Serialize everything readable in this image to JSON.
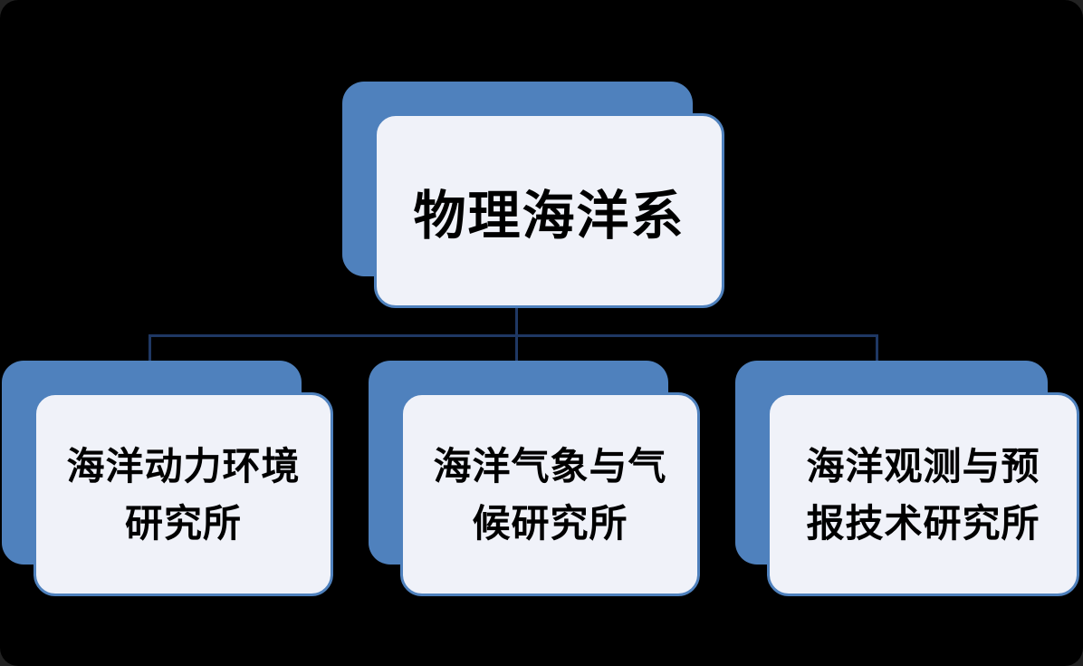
{
  "theme": {
    "canvas_bg": "#000000",
    "box_back": "#4F81BD",
    "box_fill": "#F0F2F9",
    "box_border": "#4F81BD",
    "line_color": "#1F3864",
    "text_color": "#000000"
  },
  "diagram": {
    "type": "org-chart",
    "root": {
      "label": "物理海洋系"
    },
    "children": [
      {
        "label": "海洋动力环境研究所",
        "lines": [
          "海洋动力环境",
          "研究所"
        ]
      },
      {
        "label": "海洋气象与气候研究所",
        "lines": [
          "海洋气象与气",
          "候研究所"
        ]
      },
      {
        "label": "海洋观测与预报技术研究所",
        "lines": [
          "海洋观测与预",
          "报技术研究所"
        ]
      }
    ]
  }
}
